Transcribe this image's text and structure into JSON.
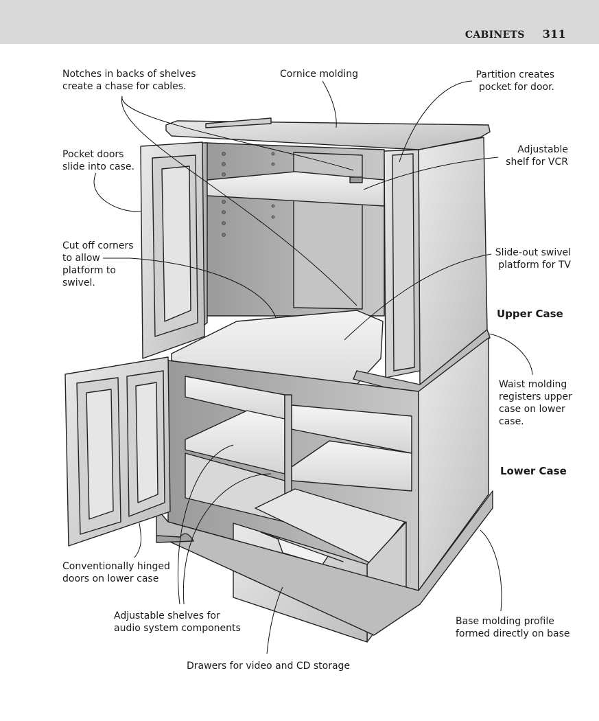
{
  "header": {
    "section": "CABINETS",
    "page_number": "311"
  },
  "labels": {
    "notches": "Notches in backs of shelves\ncreate a chase for cables.",
    "cornice": "Cornice molding",
    "partition": "Partition creates\npocket for door.",
    "pocket_doors": "Pocket doors\nslide into case.",
    "adjustable_vcr": "Adjustable\nshelf for VCR",
    "cut_off": "Cut off corners\nto allow\nplatform to\nswivel.",
    "slide_out": "Slide-out swivel\nplatform for TV",
    "upper_case": "Upper Case",
    "waist": "Waist molding\nregisters upper\ncase on lower\ncase.",
    "lower_case": "Lower Case",
    "hinged": "Conventionally hinged\ndoors on lower case",
    "audio_shelves": "Adjustable shelves for\naudio system components",
    "base_molding": "Base molding profile\nformed directly on base",
    "drawers": "Drawers for video and CD storage"
  }
}
